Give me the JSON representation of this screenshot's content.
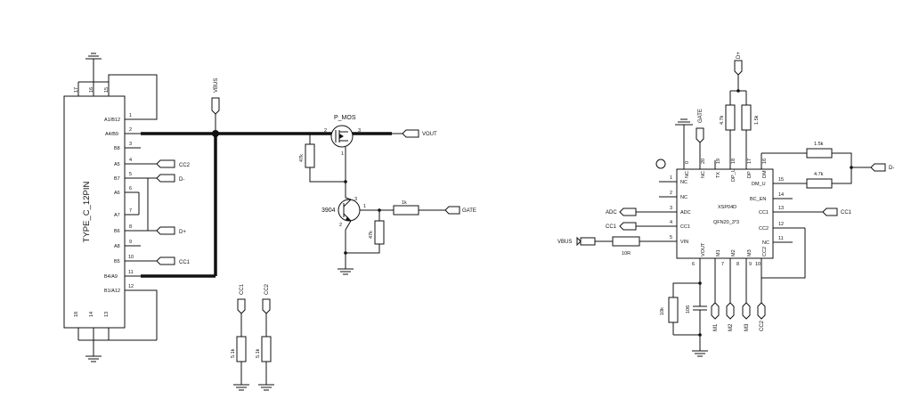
{
  "connector": {
    "ref": "TYPE_C_12PIN",
    "top_pins": [
      "17",
      "16",
      "15"
    ],
    "bottom_pins": [
      "18",
      "14",
      "13"
    ],
    "left_pins": [
      {
        "num": "1",
        "name": "A1/B12"
      },
      {
        "num": "2",
        "name": "A4/B9"
      },
      {
        "num": "3",
        "name": "B8"
      },
      {
        "num": "4",
        "name": "A5"
      },
      {
        "num": "5",
        "name": "B7"
      },
      {
        "num": "6",
        "name": "A6"
      },
      {
        "num": "7",
        "name": "A7"
      },
      {
        "num": "8",
        "name": "B6"
      },
      {
        "num": "9",
        "name": "A8"
      },
      {
        "num": "10",
        "name": "B5"
      },
      {
        "num": "11",
        "name": "B4/A9"
      },
      {
        "num": "12",
        "name": "B1/A12"
      }
    ]
  },
  "net_labels": {
    "vbus": "VBUS",
    "cc2": "CC2",
    "dminus": "D-",
    "dplus": "D+",
    "cc1": "CC1",
    "vout": "VOUT",
    "gate": "GATE",
    "adc": "ADC",
    "m1": "M1",
    "m2": "M2",
    "m3": "M3"
  },
  "switch": {
    "mos_ref": "P_MOS",
    "mos_pins": [
      "2",
      "3",
      "1"
    ],
    "r_gate_pullup": "47k",
    "transistor_ref": "3904",
    "transistor_pins": [
      "3",
      "1",
      "2"
    ],
    "r_base": "1k",
    "r_base_pulldown": "47k"
  },
  "cc_pulldowns": {
    "r_cc1": "5.1k",
    "r_cc2": "5.1k"
  },
  "controller": {
    "ref": "XSP04D",
    "package": "QFN20_3*3",
    "left_pins": [
      {
        "num": "1",
        "name": "NC"
      },
      {
        "num": "2",
        "name": "NC"
      },
      {
        "num": "3",
        "name": "ADC"
      },
      {
        "num": "4",
        "name": "CC1"
      },
      {
        "num": "5",
        "name": "VIN"
      }
    ],
    "top_pins": [
      {
        "num": "0",
        "name": "NC"
      },
      {
        "num": "20",
        "name": "NC"
      },
      {
        "num": "19",
        "name": "TX"
      },
      {
        "num": "18",
        "name": "DP_U"
      },
      {
        "num": "17",
        "name": "DP"
      },
      {
        "num": "16",
        "name": "DM"
      }
    ],
    "right_pins": [
      {
        "num": "15",
        "name": "DM_U"
      },
      {
        "num": "14",
        "name": "BC_EN"
      },
      {
        "num": "13",
        "name": "CC1"
      },
      {
        "num": "12",
        "name": "CC2"
      },
      {
        "num": "11",
        "name": "NC"
      }
    ],
    "bottom_pins": [
      {
        "num": "6",
        "name": "VOUT"
      },
      {
        "num": "7",
        "name": "M1"
      },
      {
        "num": "8",
        "name": "M2"
      },
      {
        "num": "9",
        "name": "M3"
      },
      {
        "num": "10",
        "name": "CC2"
      }
    ],
    "r_vin": "10R",
    "r_dp_u": "4.7k",
    "r_dp": "1.5k",
    "r_dm": "1.5k",
    "r_dm_u": "4.7k",
    "r_vout": "10k",
    "c_vout": "106"
  }
}
